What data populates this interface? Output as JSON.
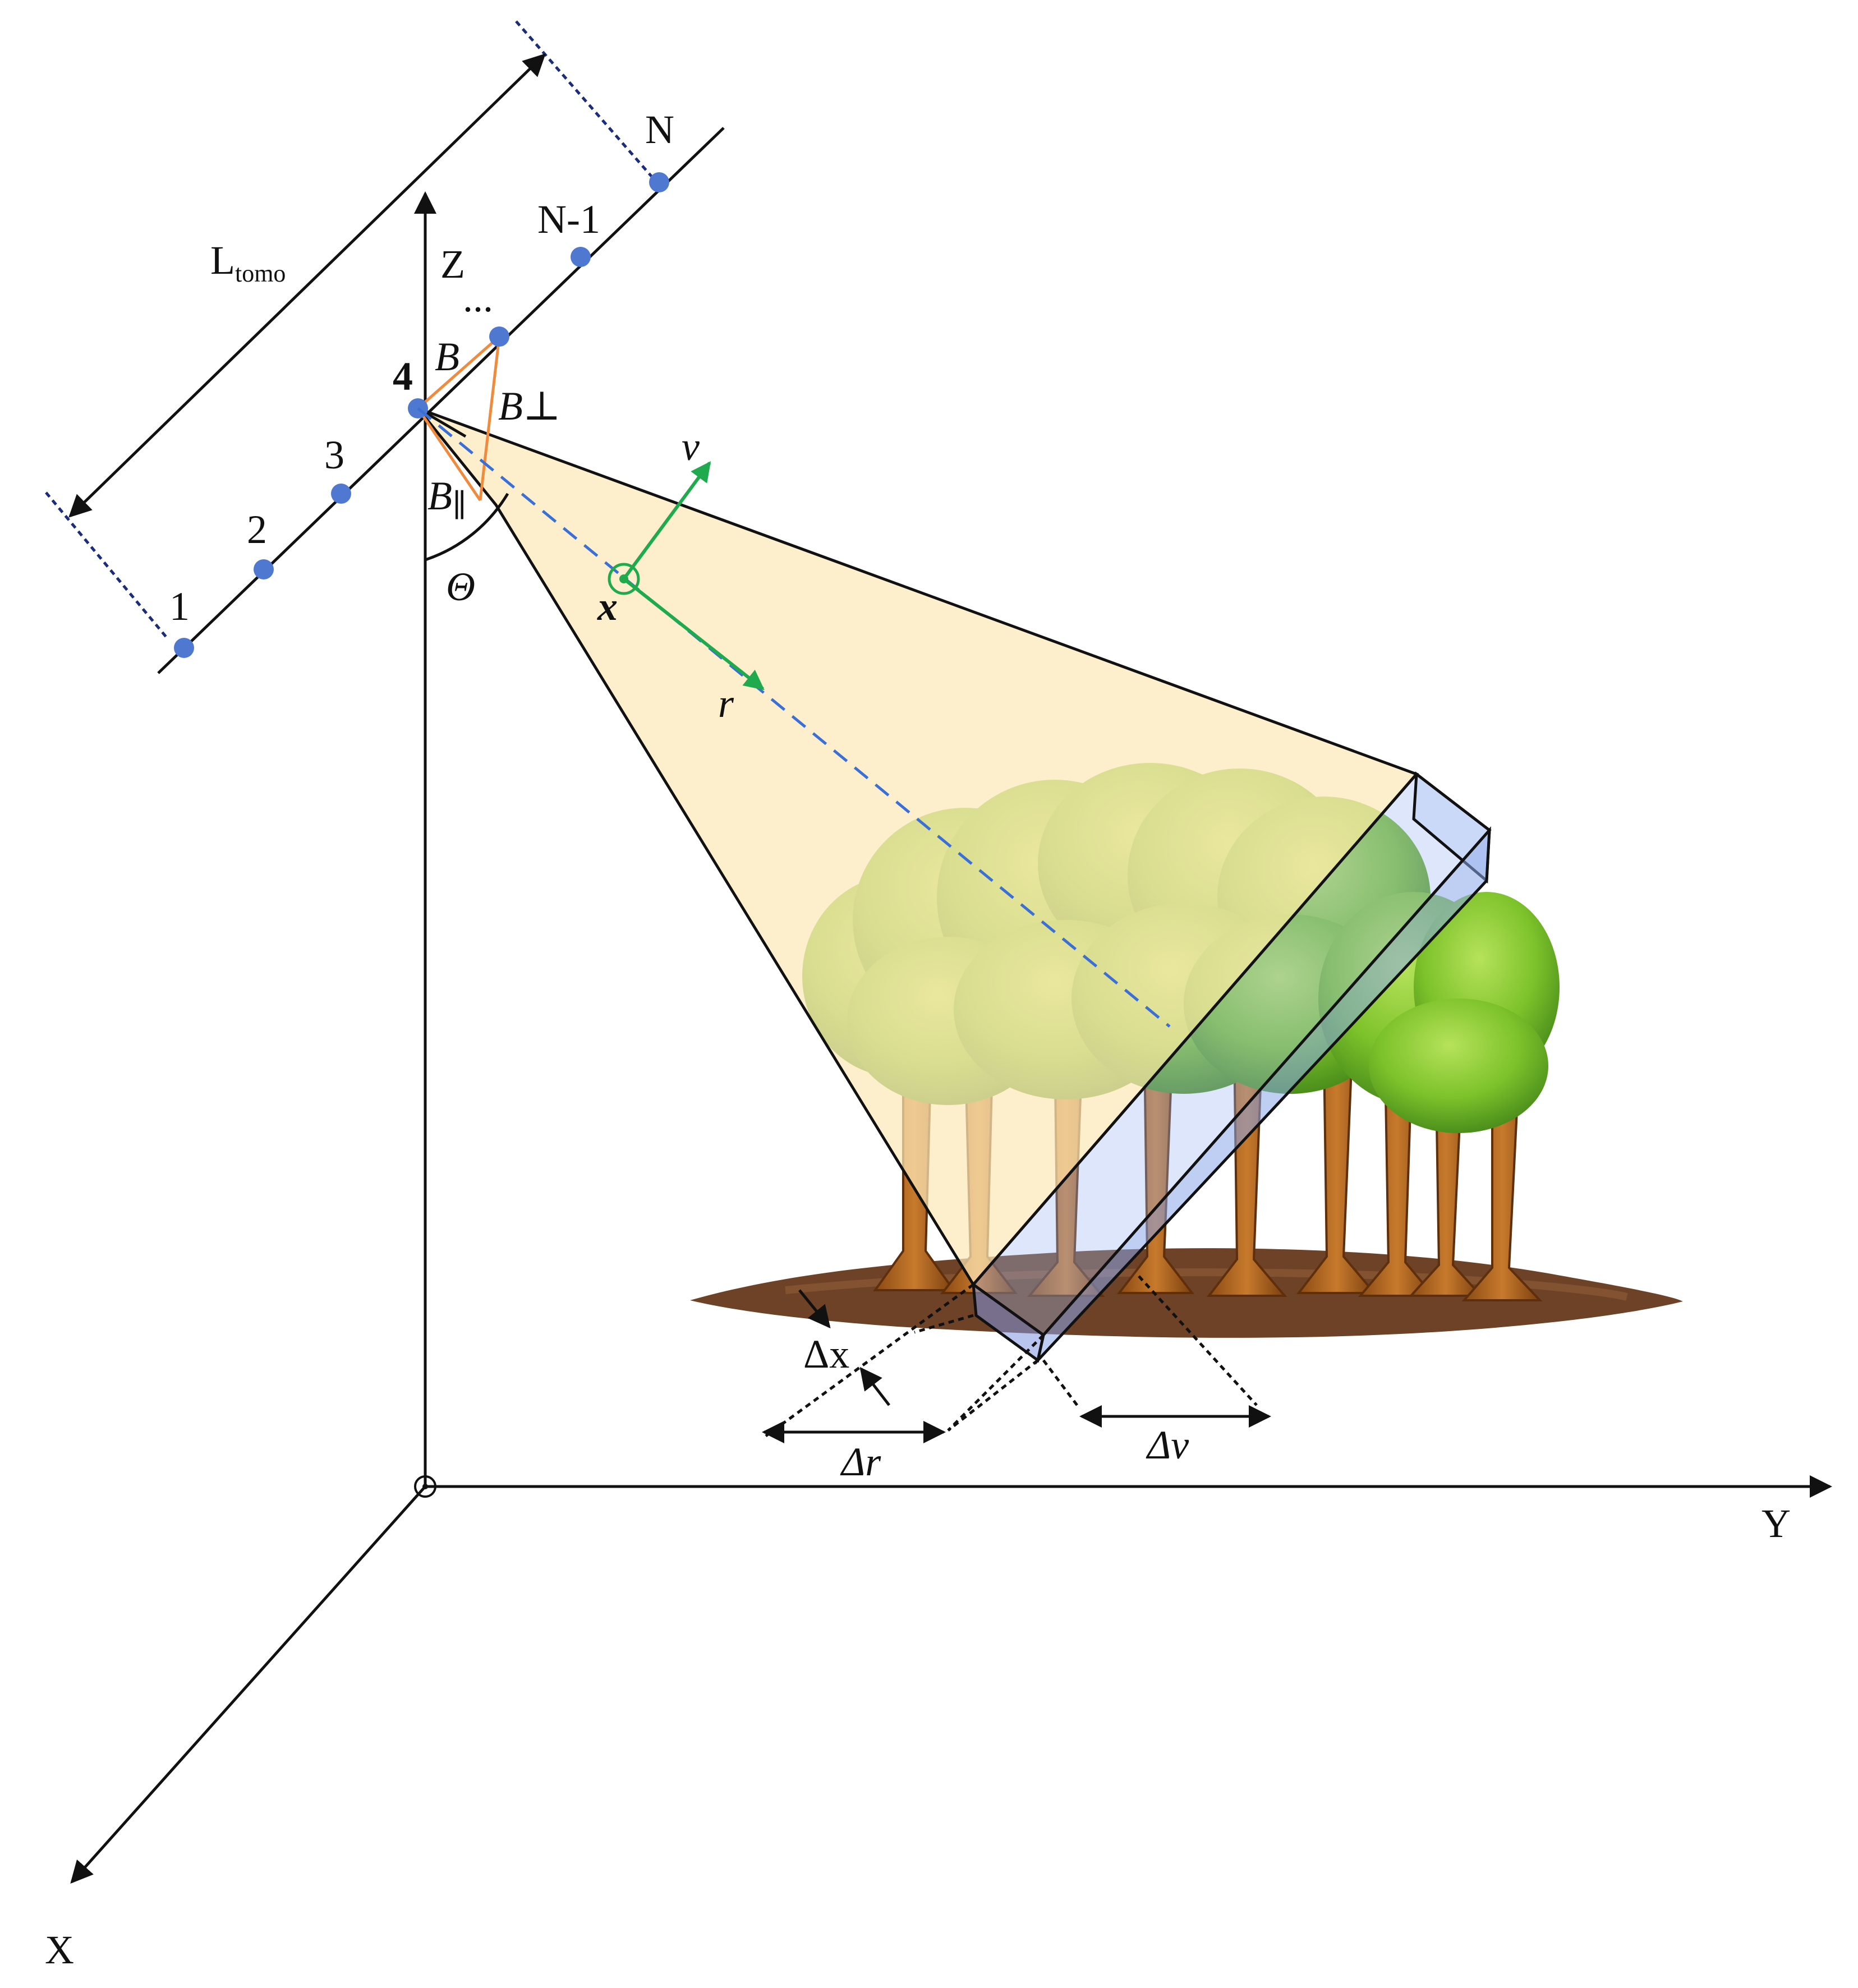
{
  "axes": {
    "x_label": "X",
    "y_label": "Y",
    "z_label": "Z"
  },
  "track": {
    "length_label_main": "L",
    "length_label_sub": "tomo",
    "positions": [
      "1",
      "2",
      "3",
      "4",
      "...",
      "N-1",
      "N"
    ]
  },
  "baseline": {
    "b": "B",
    "b_perp": "B⊥",
    "b_par": "B",
    "b_par_sub": "∥"
  },
  "angle": {
    "theta": "Θ"
  },
  "local_coords": {
    "origin": "x",
    "v": "v",
    "r": "r"
  },
  "resolution": {
    "dx": "Δx",
    "dr": "Δr",
    "dv": "Δv"
  },
  "colors": {
    "beam_fill": "#fde9b8",
    "resolution_cell": "#9db8f0",
    "sensor_dot": "#4f78d0",
    "baseline_lines": "#f08a3c",
    "local_axes": "#1faa4e",
    "dashed_track": "#1a2c7a",
    "foliage": "#7cc22a",
    "trunk": "#b86a22"
  }
}
